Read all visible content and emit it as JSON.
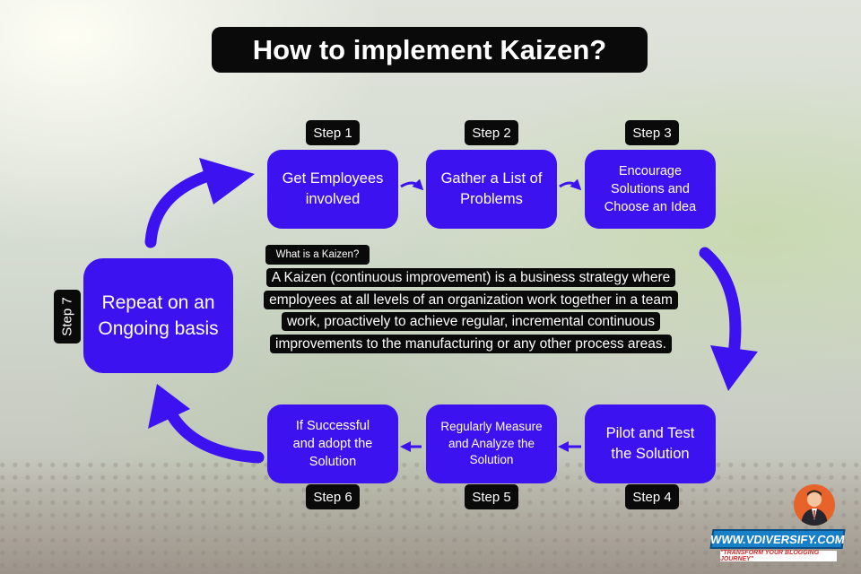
{
  "title": "How to implement Kaizen?",
  "steps": [
    {
      "tag": "Step 1",
      "lines": [
        "Get Employees",
        "involved"
      ]
    },
    {
      "tag": "Step 2",
      "lines": [
        "Gather a List of",
        "Problems"
      ]
    },
    {
      "tag": "Step 3",
      "lines": [
        "Encourage",
        "Solutions and",
        "Choose an Idea"
      ]
    },
    {
      "tag": "Step 4",
      "lines": [
        "Pilot and Test",
        "the Solution"
      ]
    },
    {
      "tag": "Step 5",
      "lines": [
        "Regularly Measure",
        "and Analyze the",
        "Solution"
      ]
    },
    {
      "tag": "Step 6",
      "lines": [
        "If Successful",
        "and adopt the",
        "Solution"
      ]
    },
    {
      "tag": "Step 7",
      "lines": [
        "Repeat on an",
        "Ongoing basis"
      ]
    }
  ],
  "definition": {
    "question": "What is a Kaizen?",
    "text": "A Kaizen (continuous improvement) is a business strategy where employees at all levels of an organization work together in a team work, proactively to achieve regular, incremental continuous improvements to the manufacturing or any other process areas."
  },
  "colors": {
    "box": "#3c12f0",
    "tag": "#0a0a0a",
    "arrow": "#3c12f0"
  },
  "logo": {
    "name": "WWW.VDIVERSIFY.COM",
    "tagline": "\"TRANSFORM YOUR BLOGGING JOURNEY\"",
    "icon": "businessman-avatar-icon"
  }
}
